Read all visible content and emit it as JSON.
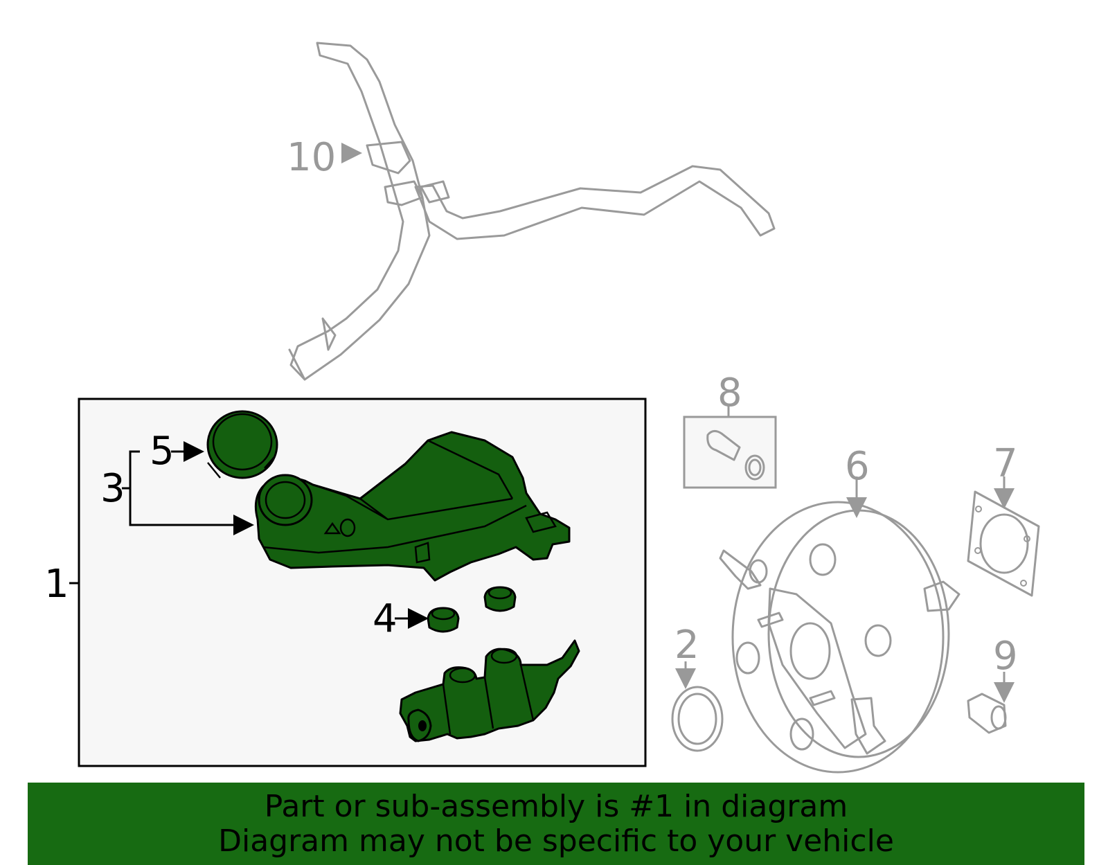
{
  "callouts": {
    "c1": "1",
    "c2": "2",
    "c3": "3",
    "c4": "4",
    "c5": "5",
    "c6": "6",
    "c7": "7",
    "c8": "8",
    "c9": "9",
    "c10": "10"
  },
  "banner": {
    "line1": "Part or sub-assembly is #1 in diagram",
    "line2": "Diagram may not be specific to your vehicle"
  },
  "colors": {
    "highlight_green": "#145f0f",
    "banner_green": "#176b12",
    "context_gray": "#9a9a9a",
    "box_fill": "#f7f7f7"
  }
}
